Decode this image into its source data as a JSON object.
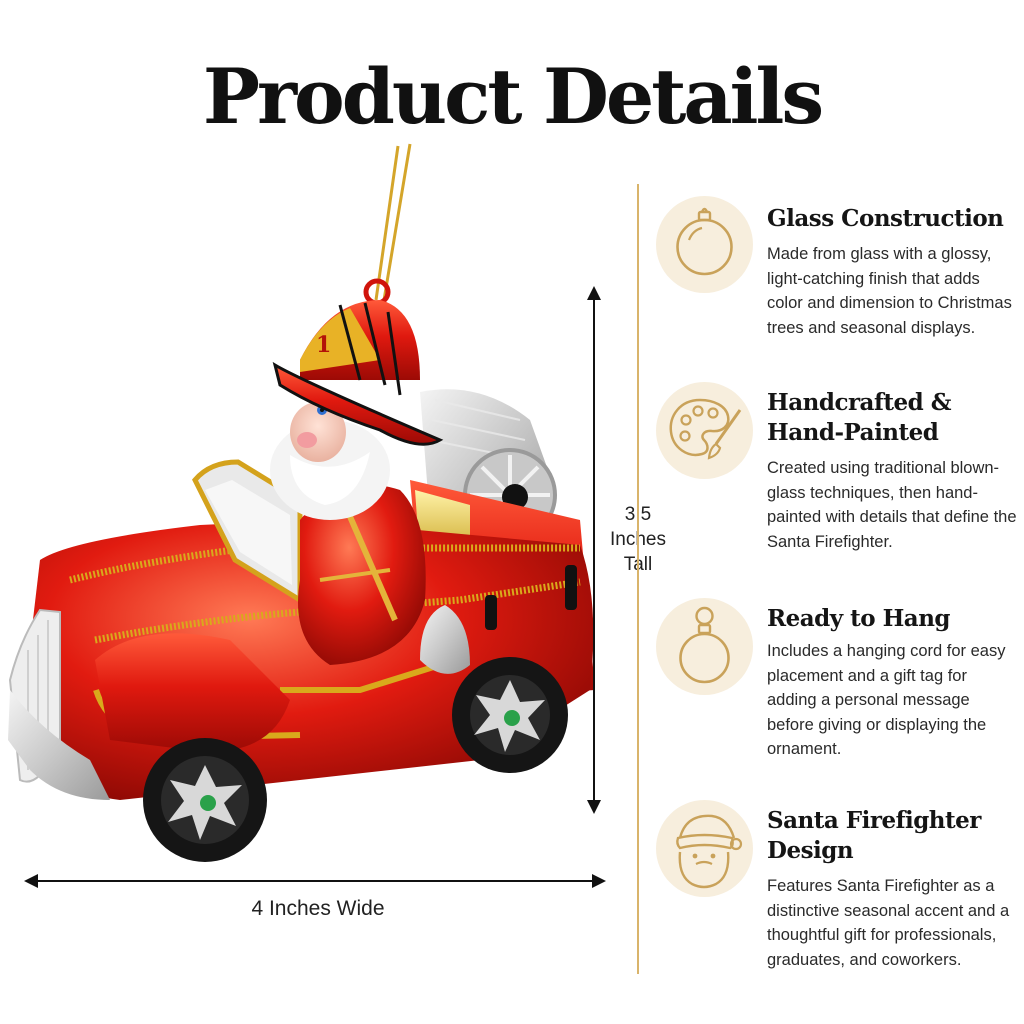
{
  "page": {
    "title": "Product Details"
  },
  "dimensions": {
    "width_label": "4 Inches Wide",
    "height_line1": "3.5",
    "height_line2": "Inches",
    "height_line3": "Tall"
  },
  "features": [
    {
      "icon": "ornament-bauble-icon",
      "title": "Glass Construction",
      "description": "Made from glass with a glossy, light-catching finish that adds color and dimension to Christmas trees and seasonal displays."
    },
    {
      "icon": "paint-palette-icon",
      "title": "Handcrafted & Hand-Painted",
      "description": "Created using traditional blown-glass techniques, then hand-painted with details that define the Santa Firefighter."
    },
    {
      "icon": "hanging-ornament-icon",
      "title": "Ready to Hang",
      "description": "Includes a hanging cord for easy placement and a gift tag for adding a personal message before giving or displaying the ornament."
    },
    {
      "icon": "santa-face-icon",
      "title": "Santa Firefighter Design",
      "description": "Features Santa Firefighter as a distinctive seasonal accent and a thoughtful gift for professionals, graduates, and coworkers."
    }
  ],
  "colors": {
    "accent_gold": "#c9a25a",
    "icon_circle": "#f7eedd",
    "truck_red": "#d81e14",
    "glitter_gold": "#d6a41c"
  }
}
